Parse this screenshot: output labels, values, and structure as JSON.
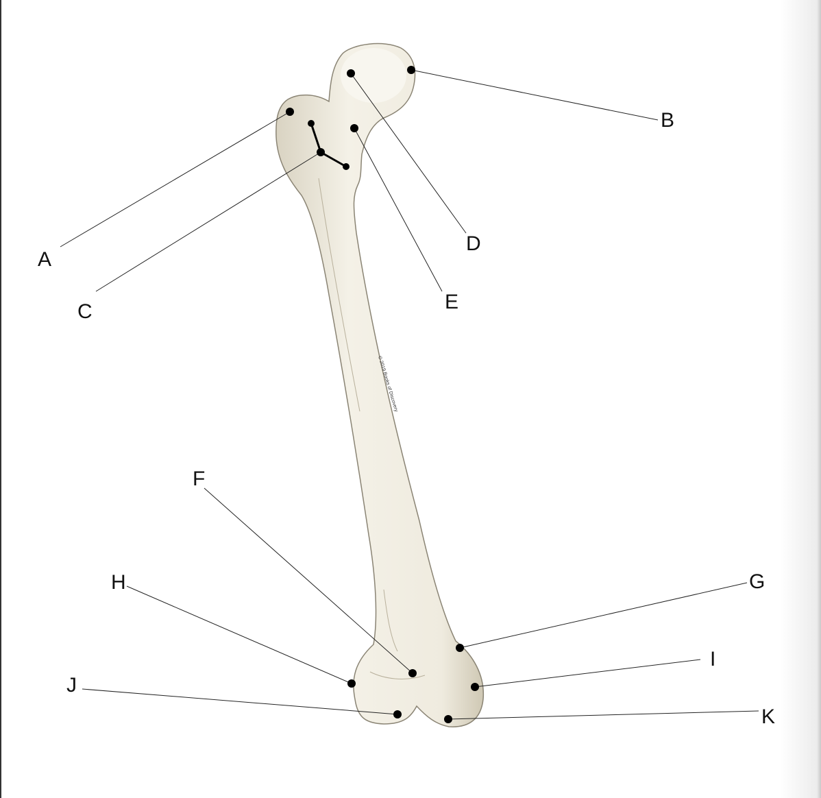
{
  "diagram": {
    "copyright": "© 2019 Books of Discovery",
    "bone_color": "#f2eee3",
    "labels": [
      {
        "id": "A",
        "text": "A"
      },
      {
        "id": "B",
        "text": "B"
      },
      {
        "id": "C",
        "text": "C"
      },
      {
        "id": "D",
        "text": "D"
      },
      {
        "id": "E",
        "text": "E"
      },
      {
        "id": "F",
        "text": "F"
      },
      {
        "id": "G",
        "text": "G"
      },
      {
        "id": "H",
        "text": "H"
      },
      {
        "id": "I",
        "text": "I"
      },
      {
        "id": "J",
        "text": "J"
      },
      {
        "id": "K",
        "text": "K"
      }
    ]
  }
}
